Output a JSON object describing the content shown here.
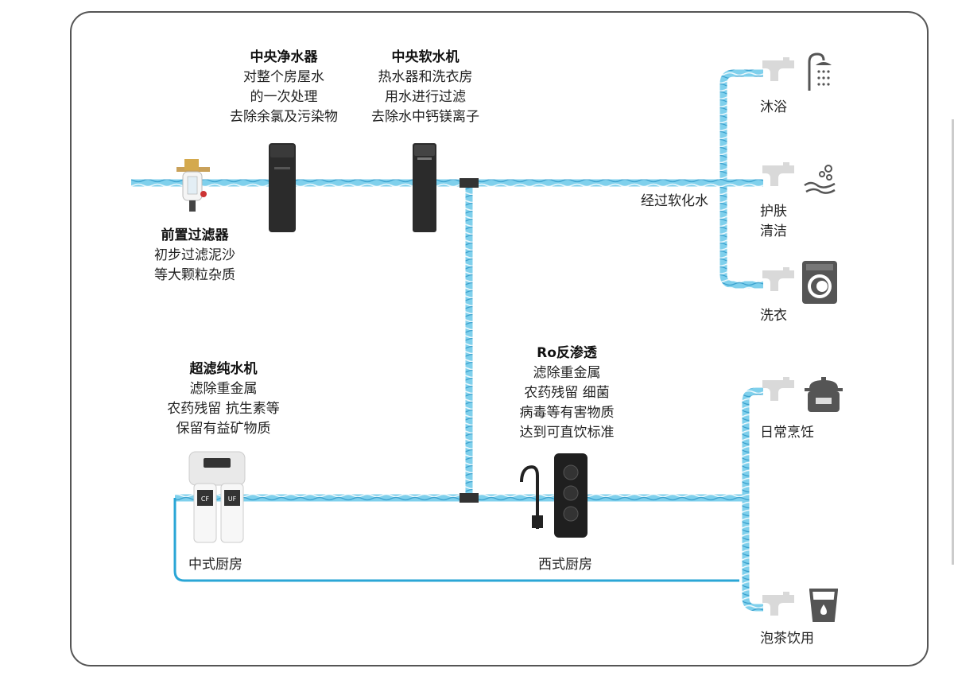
{
  "central_purifier": {
    "title": "中央净水器",
    "lines": [
      "对整个房屋水",
      "的一次处理",
      "去除余氯及污染物"
    ]
  },
  "central_softener": {
    "title": "中央软水机",
    "lines": [
      "热水器和洗衣房",
      "用水进行过滤",
      "去除水中钙镁离子"
    ]
  },
  "prefilter": {
    "title": "前置过滤器",
    "lines": [
      "初步过滤泥沙",
      "等大颗粒杂质"
    ]
  },
  "softened_water_label": "经过软化水",
  "ultrafilter": {
    "title": "超滤纯水机",
    "lines": [
      "滤除重金属",
      "农药残留 抗生素等",
      "保留有益矿物质"
    ]
  },
  "ro": {
    "title": "Ro反渗透",
    "lines": [
      "滤除重金属",
      "农药残留 细菌",
      "病毒等有害物质",
      "达到可直饮标准"
    ]
  },
  "kitchens": {
    "chinese": "中式厨房",
    "western": "西式厨房"
  },
  "outlets": {
    "bath": "沐浴",
    "skin_1": "护肤",
    "skin_2": "清洁",
    "laundry": "洗衣",
    "cooking": "日常烹饪",
    "tea": "泡茶饮用"
  },
  "colors": {
    "pipe": "#5fc3e4",
    "pipe_dark": "#2a9fcf",
    "pipe_light": "#d6f1fa",
    "device": "#2b2b2b",
    "frame": "#555555"
  },
  "icons": [
    "shower-icon",
    "hand-water-icon",
    "washing-machine-icon",
    "rice-cooker-icon",
    "water-cup-icon",
    "faucet-icon"
  ]
}
